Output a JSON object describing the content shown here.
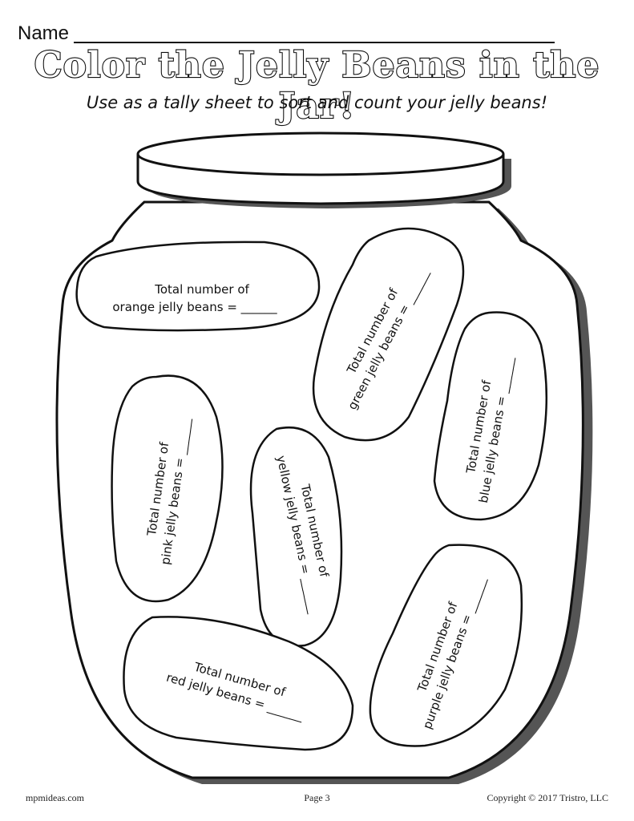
{
  "header": {
    "name_label": "Name",
    "title": "Color the Jelly Beans in the Jar!",
    "subtitle": "Use as a tally sheet to sort and count your jelly beans!"
  },
  "beans": {
    "orange": {
      "line1": "Total number of",
      "line2": "orange jelly beans = ______"
    },
    "green": {
      "line1": "Total number of",
      "line2": "green jelly beans = ______"
    },
    "pink": {
      "line1": "Total number of",
      "line2": "pink jelly beans = ______"
    },
    "yellow": {
      "line1": "Total number of",
      "line2": "yellow jelly beans = ______"
    },
    "blue": {
      "line1": "Total number of",
      "line2": "blue jelly beans = ______"
    },
    "red": {
      "line1": "Total number of",
      "line2": "red jelly beans = ______"
    },
    "purple": {
      "line1": "Total number of",
      "line2": "purple jelly beans = ______"
    }
  },
  "footer": {
    "left": "mpmideas.com",
    "center": "Page 3",
    "right": "Copyright © 2017 Tristro, LLC"
  }
}
